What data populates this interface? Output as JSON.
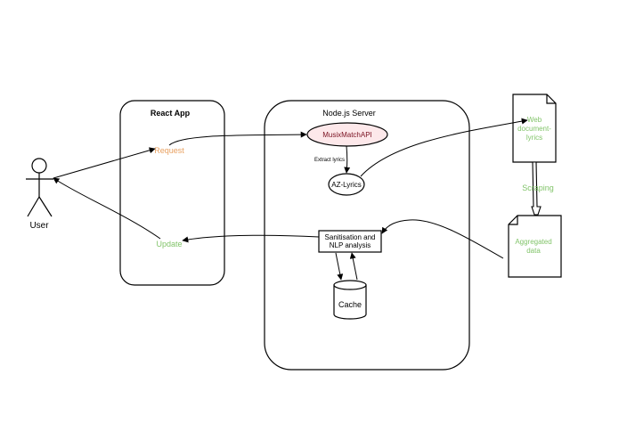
{
  "colors": {
    "line": "#000000",
    "orange": "#e8a060",
    "green": "#82c46a",
    "ellipse_fill": "#fde8ea"
  },
  "actor": {
    "label": "User"
  },
  "react_app": {
    "title": "React App",
    "request_label": "Request",
    "update_label": "Update"
  },
  "server": {
    "title": "Node.js Server",
    "musix_label": "MusixMatchAPI",
    "extract_label": "Extract lyrics",
    "azlyrics_label": "AZ-Lyrics",
    "sanitisation_line1": "Sanitisation and",
    "sanitisation_line2": "NLP analysis",
    "cache_label": "Cache"
  },
  "web_doc": {
    "line1": "Web",
    "line2": "document-",
    "line3": "lyrics"
  },
  "scraping_label": "Scraping",
  "aggregated": {
    "line1": "Aggregated",
    "line2": "data"
  }
}
